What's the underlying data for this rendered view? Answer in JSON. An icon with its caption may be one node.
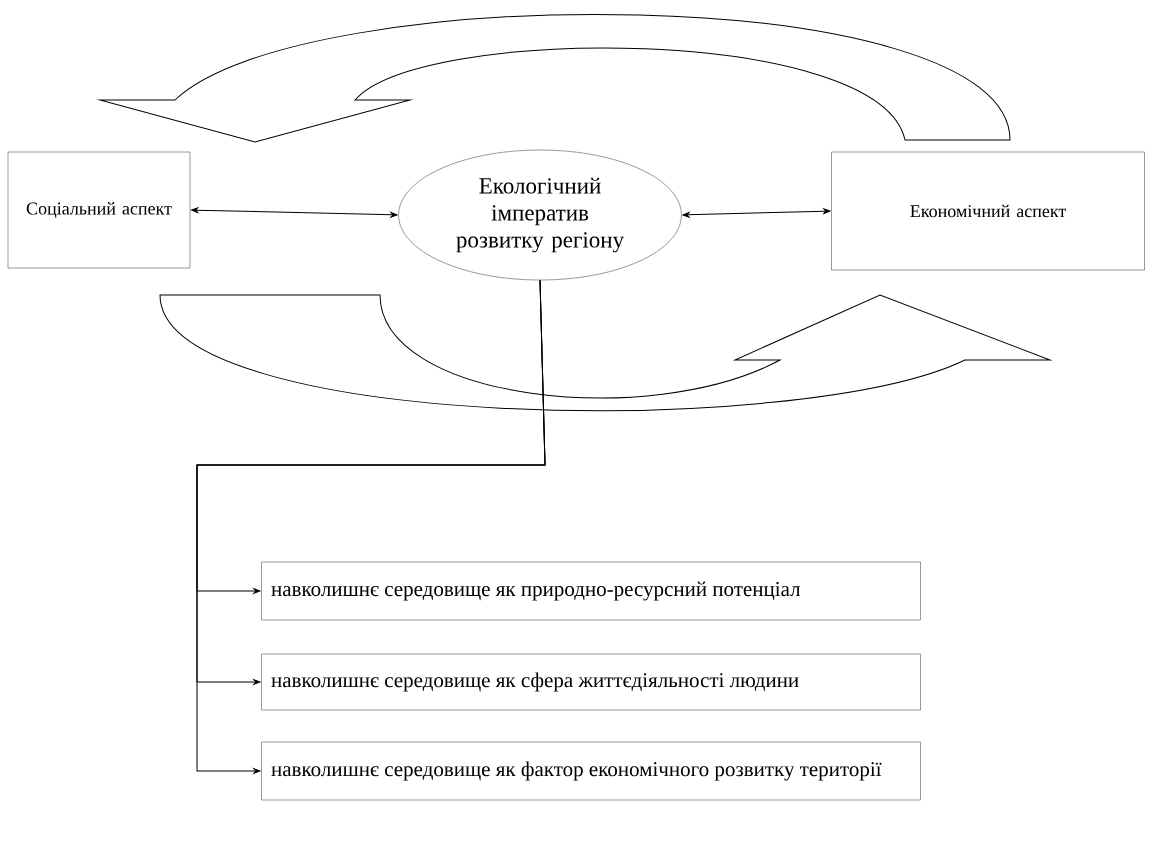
{
  "diagram": {
    "nodes": [
      {
        "text": [
          "Соціальний аспект"
        ]
      },
      {
        "text": [
          "Екологічний імператив розвитку регіону"
        ]
      },
      {
        "text": [
          "Економічний аспект"
        ]
      },
      {
        "text": [
          "навколишнє середовище як природно-ресурсний потенціал"
        ]
      },
      {
        "text": [
          "навколишнє середовище як сфера життєдіяльності людини"
        ]
      },
      {
        "text": [
          "навколишнє середовище як фактор економічного розвитку території"
        ]
      }
    ],
    "edges": [
      {
        "from": 2,
        "to": 0,
        "arrow": "to",
        "style": "thick"
      },
      {
        "from": 1,
        "to": 0,
        "arrow": "both"
      },
      {
        "from": 1,
        "to": 2,
        "arrow": "both"
      },
      {
        "from": 0,
        "to": 2,
        "arrow": "to",
        "style": "thick"
      },
      {
        "from": 1,
        "to": 3,
        "arrow": "to"
      },
      {
        "from": 1,
        "to": 4,
        "arrow": "to"
      },
      {
        "from": 1,
        "to": 5,
        "arrow": "to"
      }
    ]
  }
}
